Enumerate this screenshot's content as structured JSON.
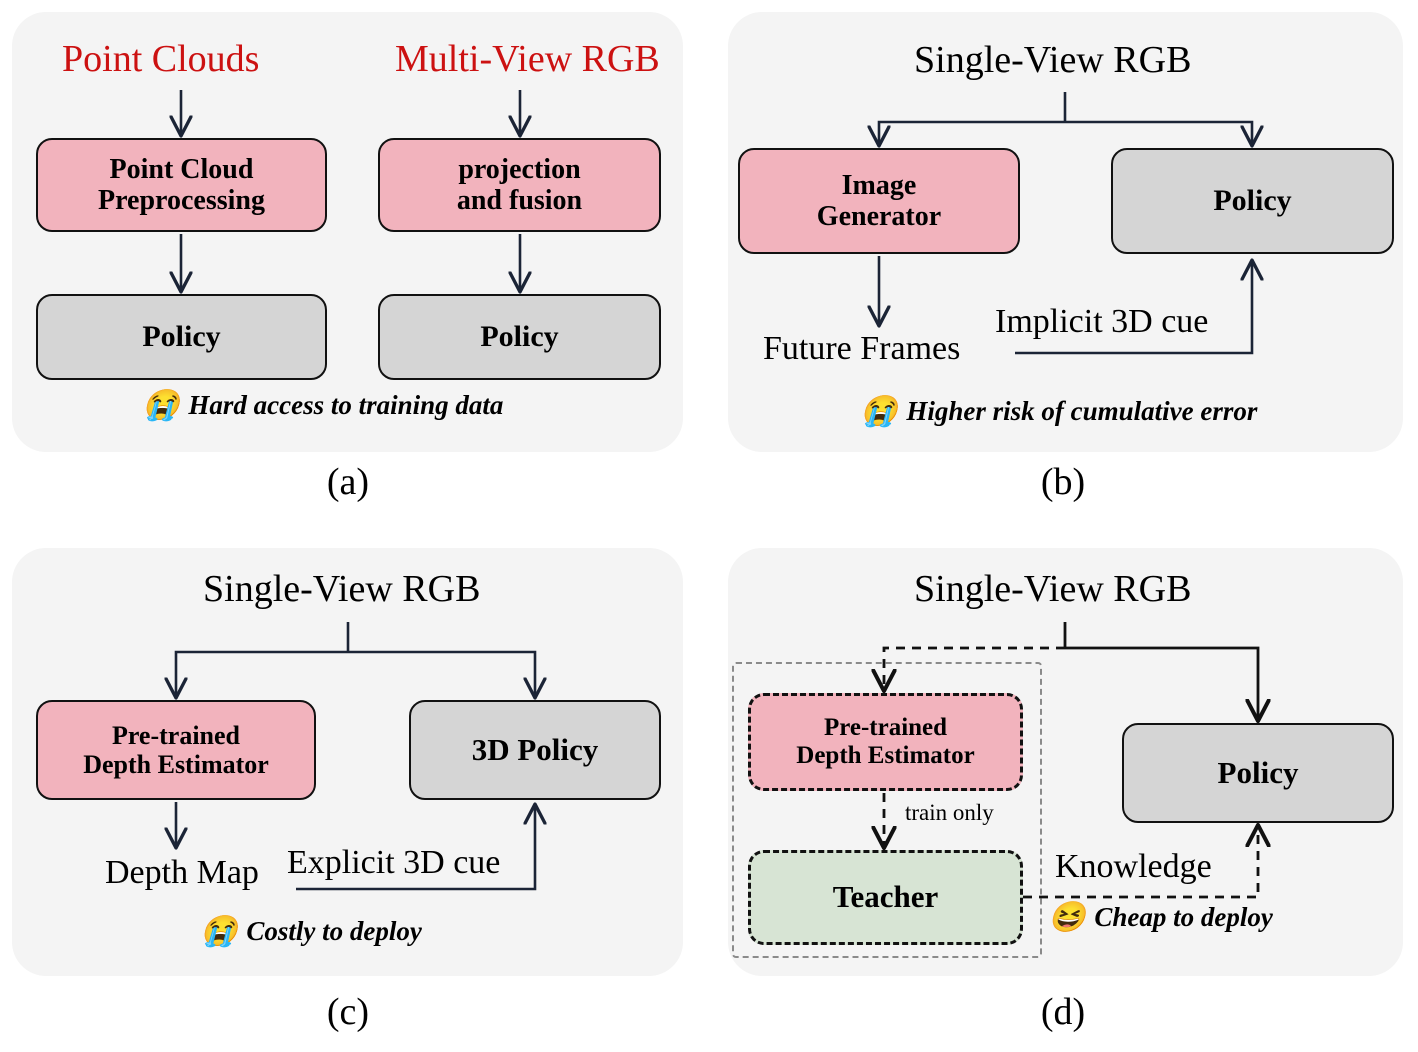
{
  "figure": {
    "type": "diagram",
    "title": "Comparison of 3D-aware visuomotor policy paradigms",
    "panel_count": 4
  },
  "colors": {
    "panel_bg": "#f4f4f4",
    "pink": "#f2b3bd",
    "gray": "#d5d5d5",
    "green": "#d7e4d4",
    "red_text": "#cc1111",
    "stroke": "#111111",
    "dashed_container": "#8a8a8a"
  },
  "panels": [
    {
      "id": "a",
      "caption": "(a)",
      "inputs": [
        {
          "label": "Point Clouds",
          "color": "#cc1111"
        },
        {
          "label": "Multi-View RGB",
          "color": "#cc1111"
        }
      ],
      "nodes": [
        {
          "label": "Point Cloud\nPreprocessing",
          "line1": "Point Cloud",
          "line2": "Preprocessing",
          "style": "pink"
        },
        {
          "label": "projection\nand fusion",
          "line1": "projection",
          "line2": "and fusion",
          "style": "pink"
        },
        {
          "label": "Policy",
          "line1": "Policy",
          "line2": "",
          "style": "gray"
        },
        {
          "label": "Policy",
          "line1": "Policy",
          "line2": "",
          "style": "gray"
        }
      ],
      "note": {
        "emoji": "loudly-crying-face",
        "glyph": "😭",
        "text": "Hard access to training data"
      }
    },
    {
      "id": "b",
      "caption": "(b)",
      "inputs": [
        {
          "label": "Single-View RGB",
          "color": "#000000"
        }
      ],
      "nodes": [
        {
          "label": "Image\nGenerator",
          "line1": "Image",
          "line2": "Generator",
          "style": "pink"
        },
        {
          "label": "Policy",
          "line1": "Policy",
          "line2": "",
          "style": "gray"
        }
      ],
      "outputs": [
        {
          "label": "Future Frames"
        }
      ],
      "edge_labels": [
        {
          "label": "Implicit 3D cue"
        }
      ],
      "note": {
        "emoji": "loudly-crying-face",
        "glyph": "😭",
        "text": "Higher risk of cumulative error"
      }
    },
    {
      "id": "c",
      "caption": "(c)",
      "inputs": [
        {
          "label": "Single-View RGB",
          "color": "#000000"
        }
      ],
      "nodes": [
        {
          "label": "Pre-trained\nDepth Estimator",
          "line1": "Pre-trained",
          "line2": "Depth Estimator",
          "style": "pink"
        },
        {
          "label": "3D Policy",
          "line1": "3D Policy",
          "line2": "",
          "style": "gray"
        }
      ],
      "outputs": [
        {
          "label": "Depth Map"
        }
      ],
      "edge_labels": [
        {
          "label": "Explicit 3D cue"
        }
      ],
      "note": {
        "emoji": "loudly-crying-face",
        "glyph": "😭",
        "text": "Costly to deploy"
      }
    },
    {
      "id": "d",
      "caption": "(d)",
      "inputs": [
        {
          "label": "Single-View RGB",
          "color": "#000000"
        }
      ],
      "nodes": [
        {
          "label": "Pre-trained\nDepth Estimator",
          "line1": "Pre-trained",
          "line2": "Depth Estimator",
          "style": "pink-dashed"
        },
        {
          "label": "Teacher",
          "line1": "Teacher",
          "line2": "",
          "style": "green-dashed"
        },
        {
          "label": "Policy",
          "line1": "Policy",
          "line2": "",
          "style": "gray"
        }
      ],
      "edge_labels": [
        {
          "label": "train only"
        },
        {
          "label": "Knowledge"
        }
      ],
      "note": {
        "emoji": "grinning-face-with-angled-eyebrows",
        "glyph": "😆",
        "text": "Cheap to deploy"
      }
    }
  ]
}
